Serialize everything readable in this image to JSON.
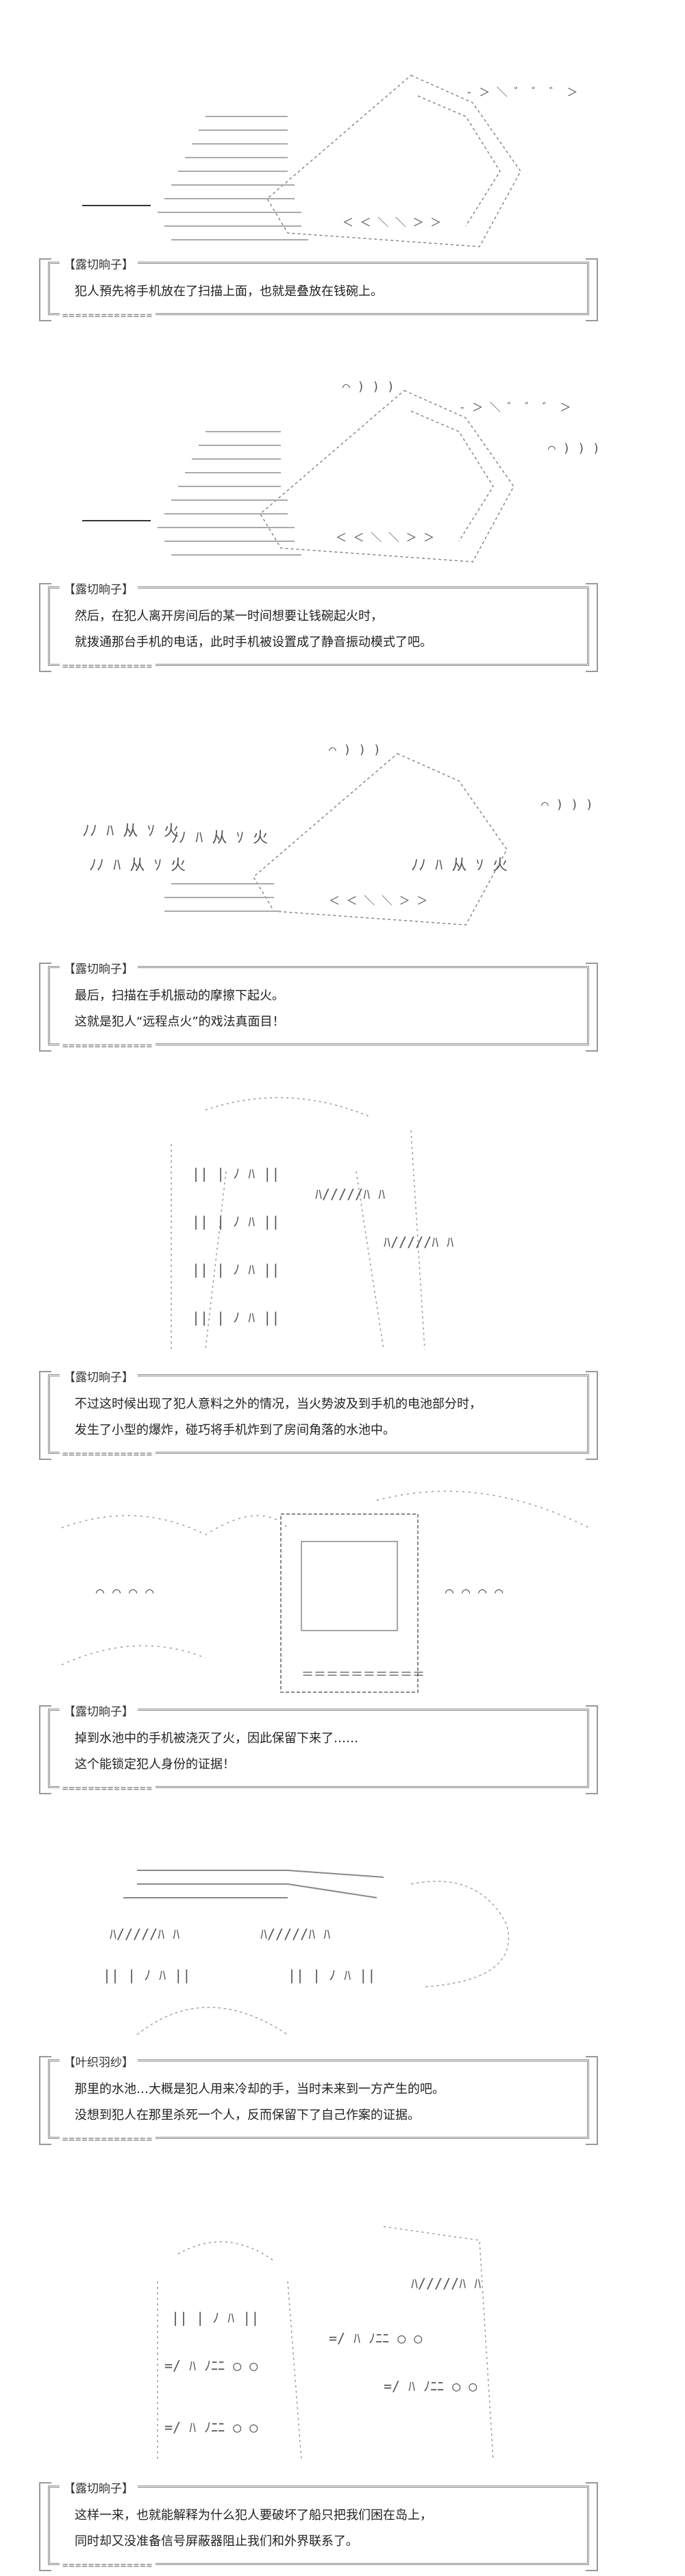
{
  "panels": [
    {
      "speaker": "【露切晌子】",
      "lines": [
        "犯人預先将手机放在了扫描上面，也就是叠放在钱碗上。"
      ],
      "footer": "=============="
    },
    {
      "speaker": "【露切晌子】",
      "lines": [
        "然后，在犯人离开房间后的某一时间想要让钱碗起火时，",
        "就拨通那台手机的电话，此时手机被设置成了静音振动模式了吧。"
      ],
      "footer": "=============="
    },
    {
      "speaker": "【露切晌子】",
      "lines": [
        "最后，扫描在手机振动的摩擦下起火。",
        "这就是犯人“远程点火”的戏法真面目！"
      ],
      "footer": "=============="
    },
    {
      "speaker": "【露切晌子】",
      "lines": [
        "不过这时候出现了犯人意料之外的情况，当火势波及到手机的电池部分时，",
        "发生了小型的爆炸，碰巧将手机炸到了房间角落的水池中。"
      ],
      "footer": "=============="
    },
    {
      "speaker": "【露切晌子】",
      "lines": [
        "掉到水池中的手机被浇灭了火，因此保留下来了……",
        "这个能锁定犯人身份的证据！"
      ],
      "footer": "=============="
    },
    {
      "speaker": "【叶织羽纱】",
      "lines": [
        "那里的水池…大概是犯人用来冷却的手，当时未来到一方产生的吧。",
        "没想到犯人在那里杀死一个人，反而保留下了自己作案的证据。"
      ],
      "footer": "=============="
    },
    {
      "speaker": "【露切晌子】",
      "lines": [
        "这样一来，也就能解释为什么犯人要破坏了船只把我们困在岛上，",
        "同时却又没准备信号屏蔽器阻止我们和外界联系了。"
      ],
      "footer": "=============="
    }
  ],
  "art_glyphs": {
    "phone_top": "‐ ＞ ＼ ゛ ゛ ゛ ＞",
    "phone_side": "＜ ＜ ＼ ＼ ＞ ＞",
    "vibrate": "⌒ ) ) )",
    "lines_hatch": "＝＝＝＝＝＝＝＝＝＝",
    "fire": "ﾉﾉ ﾊ 从 ｿ 火",
    "girl": "|| | ﾉ ﾊ ||",
    "smoke": "⌒ ⌒ ⌒ ⌒",
    "hair": "ﾊ/////ﾊ ﾊ",
    "scene": "=/ ﾊ ﾉﾆﾆ ○ ○"
  }
}
